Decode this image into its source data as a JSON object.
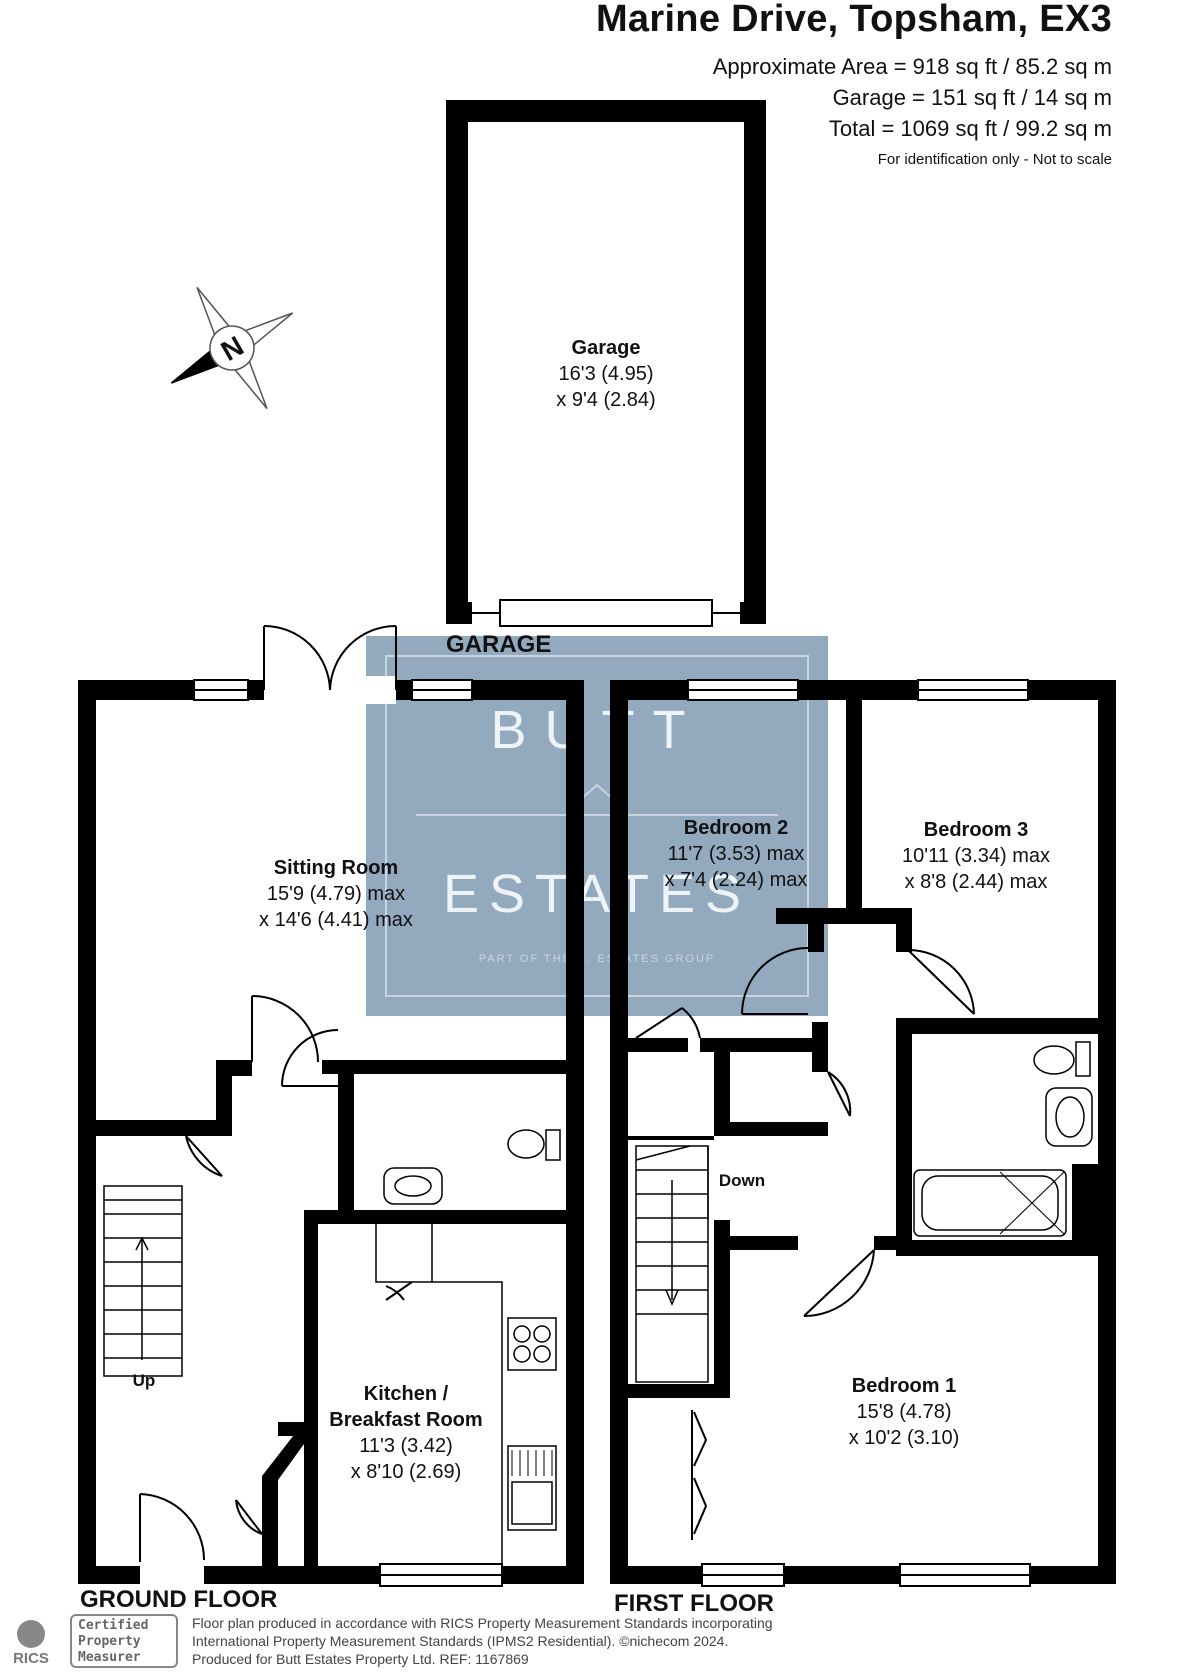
{
  "header": {
    "title": "Marine Drive, Topsham, EX3",
    "approx_area": "Approximate Area = 918 sq ft / 85.2 sq m",
    "garage_area": "Garage = 151 sq ft / 14 sq m",
    "total_area": "Total = 1069 sq ft / 99.2 sq m",
    "disclaimer": "For identification only - Not to scale"
  },
  "compass": {
    "label": "N"
  },
  "watermark": {
    "line1": "BUTT",
    "line2": "ESTATES",
    "tagline": "PART OF THE ... ESTATES GROUP",
    "color": "#8aa3b8"
  },
  "garage_label": "GARAGE",
  "floors": {
    "ground": "GROUND FLOOR",
    "first": "FIRST FLOOR"
  },
  "rooms": {
    "garage": {
      "name": "Garage",
      "dim1": "16'3 (4.95)",
      "dim2": "x 9'4 (2.84)"
    },
    "sitting": {
      "name": "Sitting Room",
      "dim1": "15'9 (4.79) max",
      "dim2": "x 14'6 (4.41) max"
    },
    "kitchen": {
      "name1": "Kitchen /",
      "name2": "Breakfast Room",
      "dim1": "11'3 (3.42)",
      "dim2": "x 8'10 (2.69)"
    },
    "bedroom1": {
      "name": "Bedroom 1",
      "dim1": "15'8 (4.78)",
      "dim2": "x 10'2 (3.10)"
    },
    "bedroom2": {
      "name": "Bedroom 2",
      "dim1": "11'7 (3.53) max",
      "dim2": "x 7'4 (2.24) max"
    },
    "bedroom3": {
      "name": "Bedroom 3",
      "dim1": "10'11 (3.34) max",
      "dim2": "x 8'8 (2.44) max"
    }
  },
  "stairs": {
    "up": "Up",
    "down": "Down"
  },
  "footer": {
    "rics_badge": [
      "Certified",
      "Property",
      "Measurer"
    ],
    "rics_logo": "RICS",
    "line1": "Floor plan produced in accordance with RICS Property Measurement Standards incorporating",
    "line2": "International Property Measurement Standards (IPMS2 Residential).  ©nichecom 2024.",
    "line3": "Produced for Butt Estates Property Ltd.   REF:  1167869"
  },
  "colors": {
    "wall": "#000000",
    "background": "#ffffff"
  }
}
